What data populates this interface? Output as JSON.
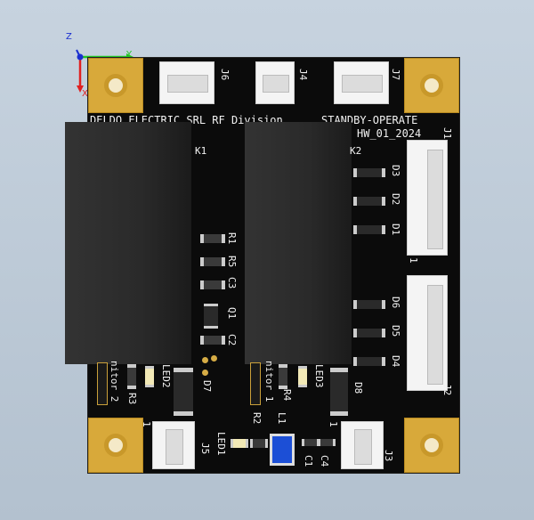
{
  "viewer": {
    "axes": {
      "x": "X",
      "y": "Y",
      "z": "Z"
    }
  },
  "board": {
    "silk_title_left": "DELDO ELECTRIC SRL RF Division",
    "silk_title_right": "STANDBY-OPERATE",
    "silk_revision": "HW_01_2024",
    "labels": {
      "J6": "J6",
      "J4": "J4",
      "J7": "J7",
      "J1": "J1",
      "J2": "J2",
      "J3": "J3",
      "J5": "J5",
      "K1": "K1",
      "K2": "K2",
      "D1": "D1",
      "D2": "D2",
      "D3": "D3",
      "D4": "D4",
      "D5": "D5",
      "D6": "D6",
      "D7": "D7",
      "D8": "D8",
      "R1": "R1",
      "R2": "R2",
      "R3": "R3",
      "R4": "R4",
      "R5": "R5",
      "C1": "C1",
      "C2": "C2",
      "C3": "C3",
      "C4": "C4",
      "Q1": "Q1",
      "L1": "L1",
      "LED1": "LED1",
      "LED2": "LED2",
      "LED3": "LED3",
      "pin1": "1",
      "monitor1": "nitor 1",
      "monitor2": "nitor 2"
    }
  }
}
